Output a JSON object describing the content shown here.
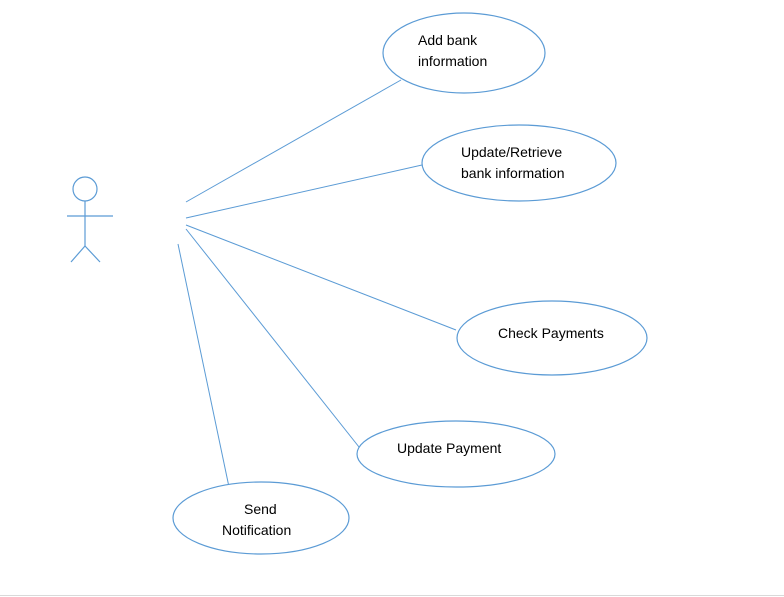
{
  "diagram": {
    "line_color": "#5b9bd5",
    "background": "#ffffff",
    "actor": {
      "icon": "stick-figure-actor-icon",
      "label": ""
    },
    "use_cases": [
      {
        "id": "add-bank-information",
        "lines": [
          "Add bank",
          "information"
        ]
      },
      {
        "id": "update-retrieve-bank-information",
        "lines": [
          "Update/Retrieve",
          "bank information"
        ]
      },
      {
        "id": "check-payments",
        "lines": [
          "Check Payments"
        ]
      },
      {
        "id": "update-payment",
        "lines": [
          "Update Payment"
        ]
      },
      {
        "id": "send-notification",
        "lines": [
          "Send",
          "Notification"
        ]
      }
    ]
  }
}
